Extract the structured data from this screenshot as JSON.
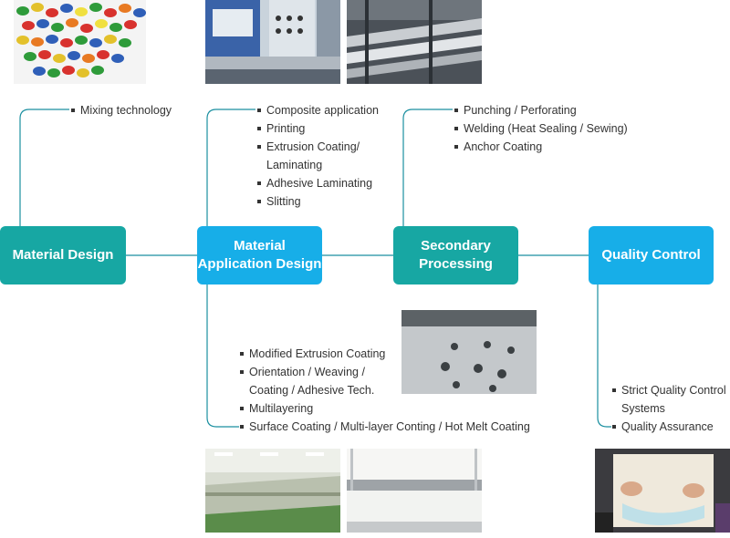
{
  "boxes": {
    "material_design": [
      "Material Design"
    ],
    "material_application": [
      "Material",
      "Application Design"
    ],
    "secondary_processing": [
      "Secondary",
      "Processing"
    ],
    "quality_control": [
      "Quality Control"
    ]
  },
  "lists": {
    "mixing": [
      "Mixing technology"
    ],
    "application": [
      "Composite application",
      "Printing",
      "Extrusion Coating/",
      "Laminating",
      "Adhesive Laminating",
      "Slitting"
    ],
    "processing": [
      "Punching / Perforating",
      "Welding (Heat Sealing / Sewing)",
      "Anchor Coating"
    ],
    "extrusion": [
      "Modified Extrusion Coating",
      "Orientation / Weaving /",
      "Coating / Adhesive Tech.",
      "Multilayering",
      "Surface Coating / Multi-layer Conting / Hot Melt Coating"
    ],
    "quality": [
      "Strict Quality Control",
      "Systems",
      "Quality Assurance"
    ]
  },
  "colors": {
    "teal": "#17a7a3",
    "blue": "#17aee8",
    "line": "#1a8fa0"
  },
  "photos": [
    "plastic-pellets",
    "printing-machine",
    "laminating-rollers",
    "perforated-film",
    "factory-hall",
    "weaving-machine",
    "fabric-inspection"
  ]
}
